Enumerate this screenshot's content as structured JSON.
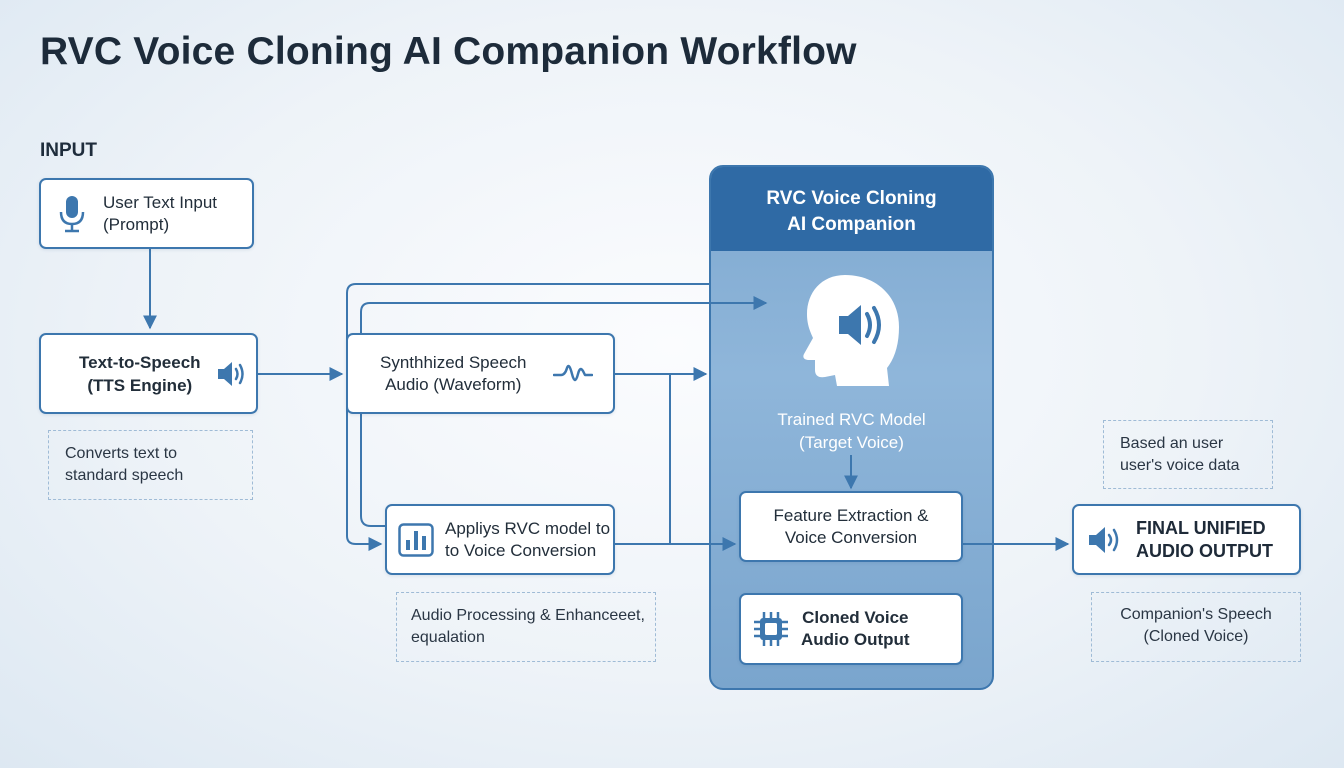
{
  "title": "RVC Voice Cloning AI Companion Workflow",
  "section_input": "INPUT",
  "nodes": {
    "user_input": {
      "line1": "User Text Input",
      "line2": "(Prompt)"
    },
    "tts": {
      "line1": "Text-to-Speech",
      "line2": "(TTS Engine)"
    },
    "tts_note": {
      "line1": "Converts text to",
      "line2": "standard speech"
    },
    "synth": {
      "line1": "Synthhized Speech",
      "line2": "Audio (Waveform)"
    },
    "apply": {
      "line1": "Appliys RVC model to",
      "line2": "to Voice Conversion"
    },
    "apply_note": {
      "line1": "Audio Processing & Enhanceeet,",
      "line2": "equalation"
    },
    "panel": {
      "header_line1": "RVC Voice Cloning",
      "header_line2": "AI Companion",
      "model_line1": "Trained RVC Model",
      "model_line2": "(Target Voice)"
    },
    "feature": {
      "line1": "Feature Extraction &",
      "line2": "Voice Conversion"
    },
    "cloned": {
      "line1": "Cloned Voice",
      "line2": "Audio Output"
    },
    "based_note": {
      "line1": "Based an user",
      "line2": "user's voice data"
    },
    "final": {
      "line1": "FINAL UNIFIED",
      "line2": "AUDIO OUTPUT"
    },
    "companion_note": {
      "line1": "Companion's Speech",
      "line2": "(Cloned Voice)"
    }
  },
  "icons": {
    "user_input": "microphone-icon",
    "tts": "speaker-icon",
    "synth": "waveform-icon",
    "apply": "equalizer-icon",
    "panel": "head-speaker-icon",
    "cloned": "chip-icon",
    "final": "speaker-icon"
  },
  "colors": {
    "accent": "#3d77ae",
    "panel_header": "#2f6aa5",
    "panel_body": "#8fb6da"
  }
}
